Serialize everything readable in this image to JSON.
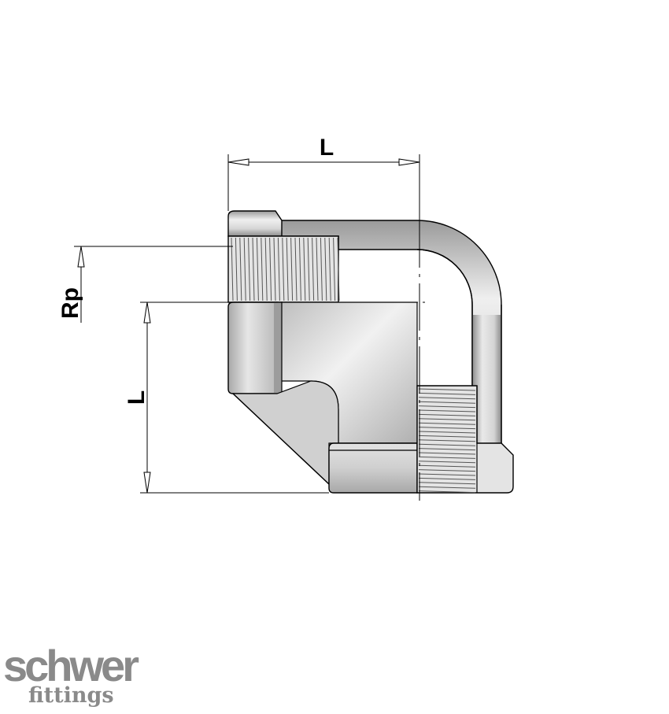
{
  "labels": {
    "length_top": "L",
    "length_left": "L",
    "thread": "Rp"
  },
  "logo": {
    "name": "schwer",
    "sub": "fittings"
  },
  "colors": {
    "body_light": "#ededed",
    "body_mid": "#c9c9c9",
    "body_dark": "#8e8e8e",
    "line": "#000000",
    "logo": "#8a8a8a"
  }
}
